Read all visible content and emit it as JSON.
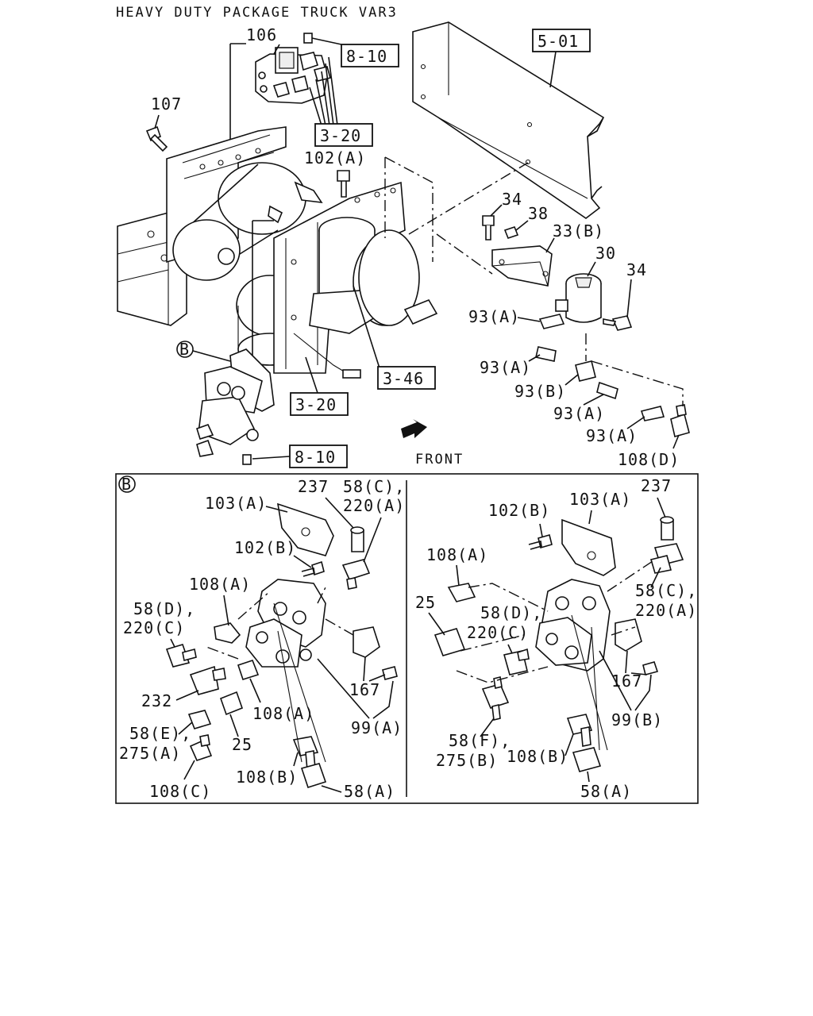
{
  "title": "HEAVY DUTY PACKAGE TRUCK VAR3",
  "front_label": "FRONT",
  "ref_boxes": {
    "ref_8_10_top": "8-10",
    "ref_5_01": "5-01",
    "ref_3_20_top": "3-20",
    "ref_3_46": "3-46",
    "ref_3_20_bottom": "3-20",
    "ref_8_10_bottom": "8-10"
  },
  "detail_marker": "B",
  "labels_main": {
    "p106": "106",
    "p107": "107",
    "p102a": "102(A)",
    "p34a": "34",
    "p38": "38",
    "p33b": "33(B)",
    "p30": "30",
    "p34b": "34",
    "p93a_1": "93(A)",
    "p93a_2": "93(A)",
    "p93b": "93(B)",
    "p93a_3": "93(A)",
    "p93a_4": "93(A)",
    "p108d": "108(D)"
  },
  "labels_left": {
    "p103a": "103(A)",
    "p237": "237",
    "p58c_a": "58(C),",
    "p220a": "220(A)",
    "p102b": "102(B)",
    "p108a_1": "108(A)",
    "p58d": "58(D),",
    "p220c": "220(C)",
    "p232": "232",
    "p58e": "58(E),",
    "p275a": "275(A)",
    "p108c": "108(C)",
    "p25": "25",
    "p108a_2": "108(A)",
    "p167": "167",
    "p99a": "99(A)",
    "p108b": "108(B)",
    "p58a": "58(A)"
  },
  "labels_right": {
    "p102b": "102(B)",
    "p103a": "103(A)",
    "p237": "237",
    "p108a": "108(A)",
    "p25": "25",
    "p58d": "58(D),",
    "p220c": "220(C)",
    "p58c": "58(C),",
    "p220a": "220(A)",
    "p167": "167",
    "p99b": "99(B)",
    "p58f": "58(F),",
    "p275b": "275(B)",
    "p108b": "108(B)",
    "p58a": "58(A)"
  }
}
